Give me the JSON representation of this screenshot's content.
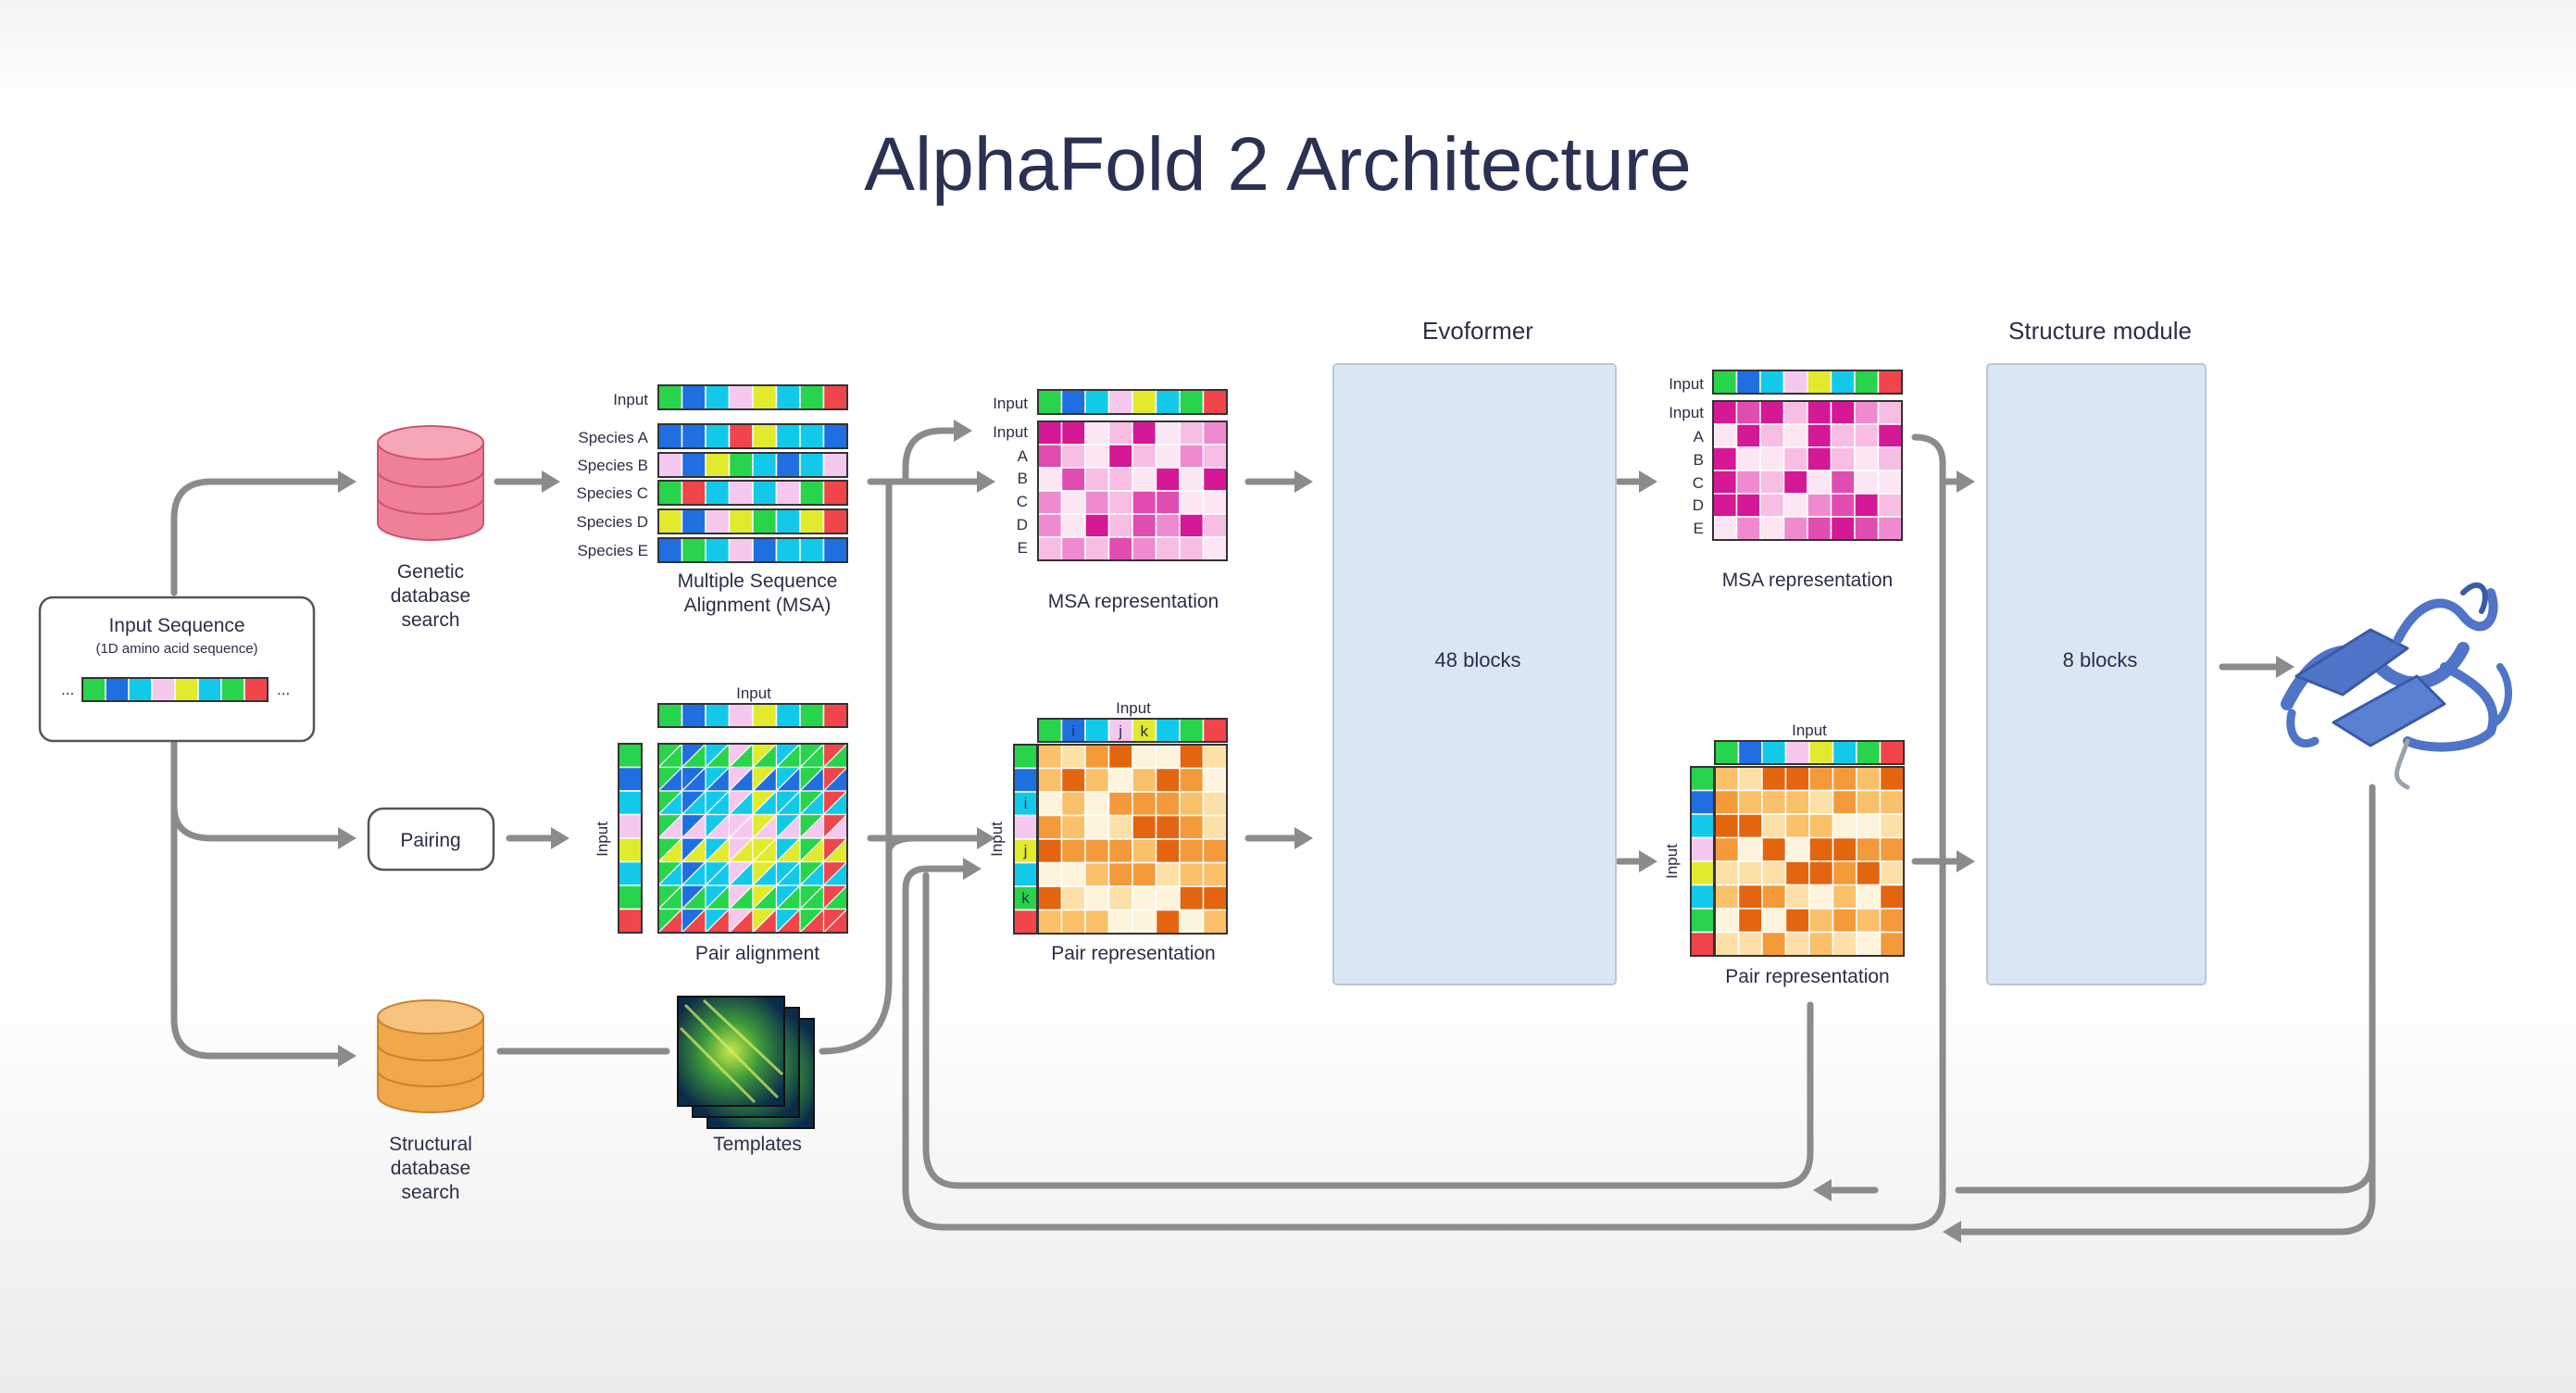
{
  "title": "AlphaFold 2 Architecture",
  "input_sequence": {
    "label": "Input Sequence",
    "sublabel": "(1D amino acid sequence)",
    "dots": "..."
  },
  "genetic_db": {
    "label_lines": [
      "Genetic",
      "database",
      "search"
    ]
  },
  "structural_db": {
    "label_lines": [
      "Structural",
      "database",
      "search"
    ]
  },
  "pairing": {
    "label": "Pairing"
  },
  "msa": {
    "input_label": "Input",
    "species": [
      "Species A",
      "Species B",
      "Species C",
      "Species D",
      "Species E"
    ],
    "caption_lines": [
      "Multiple Sequence",
      "Alignment (MSA)"
    ]
  },
  "pair_alignment": {
    "top_label": "Input",
    "side_label": "Input",
    "caption": "Pair alignment"
  },
  "templates": {
    "caption": "Templates"
  },
  "msa_rep_1": {
    "row_labels": [
      "Input",
      "Input",
      "A",
      "B",
      "C",
      "D",
      "E"
    ],
    "caption": "MSA representation"
  },
  "pair_rep_1": {
    "top_label": "Input",
    "side_label": "Input",
    "markers": [
      "i",
      "j",
      "k"
    ],
    "caption": "Pair representation"
  },
  "evoformer": {
    "header": "Evoformer",
    "blocks": "48 blocks"
  },
  "msa_rep_2": {
    "row_labels": [
      "Input",
      "Input",
      "A",
      "B",
      "C",
      "D",
      "E"
    ],
    "caption": "MSA representation"
  },
  "pair_rep_2": {
    "top_label": "Input",
    "side_label": "Input",
    "caption": "Pair representation"
  },
  "structure_module": {
    "header": "Structure module",
    "blocks": "8 blocks"
  },
  "colors": {
    "green": "#28d44b",
    "blue": "#1f6fe0",
    "cyan": "#13c9ea",
    "pink": "#f6c8ee",
    "yellow": "#e2ea2e",
    "red": "#f0454a",
    "panel": "#d9e7f4",
    "panel_border": "#b9c8d8",
    "arrow": "#8b8b8b",
    "db_pink": "#f07f98",
    "db_orange": "#f0a84a",
    "protein": "#4f74c8"
  }
}
